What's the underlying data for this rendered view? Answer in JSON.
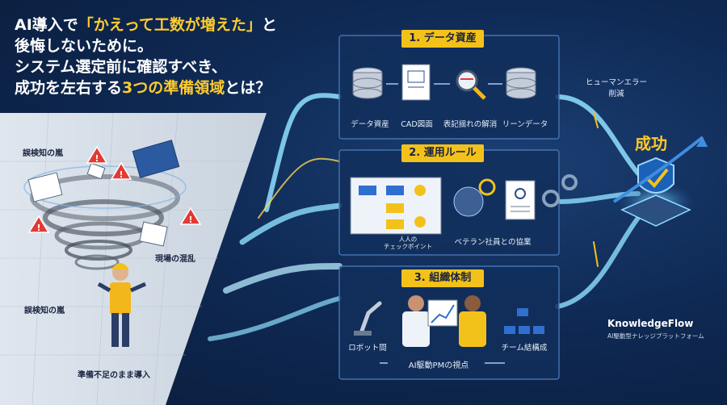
{
  "title": {
    "line1_a": "AI導入で",
    "line1_hl": "「かえって工数が増えた」",
    "line1_b": "と",
    "line2": "後悔しないために。",
    "line3": "システム選定前に確認すべき、",
    "line4_a": "成功を左右する",
    "line4_hl": "3つの準備領域",
    "line4_b": "とは？"
  },
  "chaos": {
    "label_top": "誤検知の嵐",
    "label_mid": "現場の混乱",
    "label_low": "誤検知の嵐",
    "label_bottom": "準備不足のまま導入"
  },
  "panels": [
    {
      "title": "1. データ資産",
      "items": [
        "データ資産",
        "CAD図面",
        "表記揺れの解消",
        "リーンデータ"
      ]
    },
    {
      "title": "2. 運用ルール",
      "items": [
        "人人の\nチェックポイント",
        "ベテラン社員との協業"
      ]
    },
    {
      "title": "3. 組織体制",
      "items": [
        "ロボット間",
        "チーム結構成",
        "AI駆動PMの視点"
      ]
    }
  ],
  "right": {
    "human_error_1": "ヒューマンエラー",
    "human_error_2": "削減",
    "success": "成功",
    "product": "KnowledgeFlow",
    "product_sub": "AI駆動型ナレッジプラットフォーム"
  },
  "colors": {
    "accent": "#f3c21a",
    "navy": "#0f2a55",
    "flow": "#5ec3ff"
  }
}
